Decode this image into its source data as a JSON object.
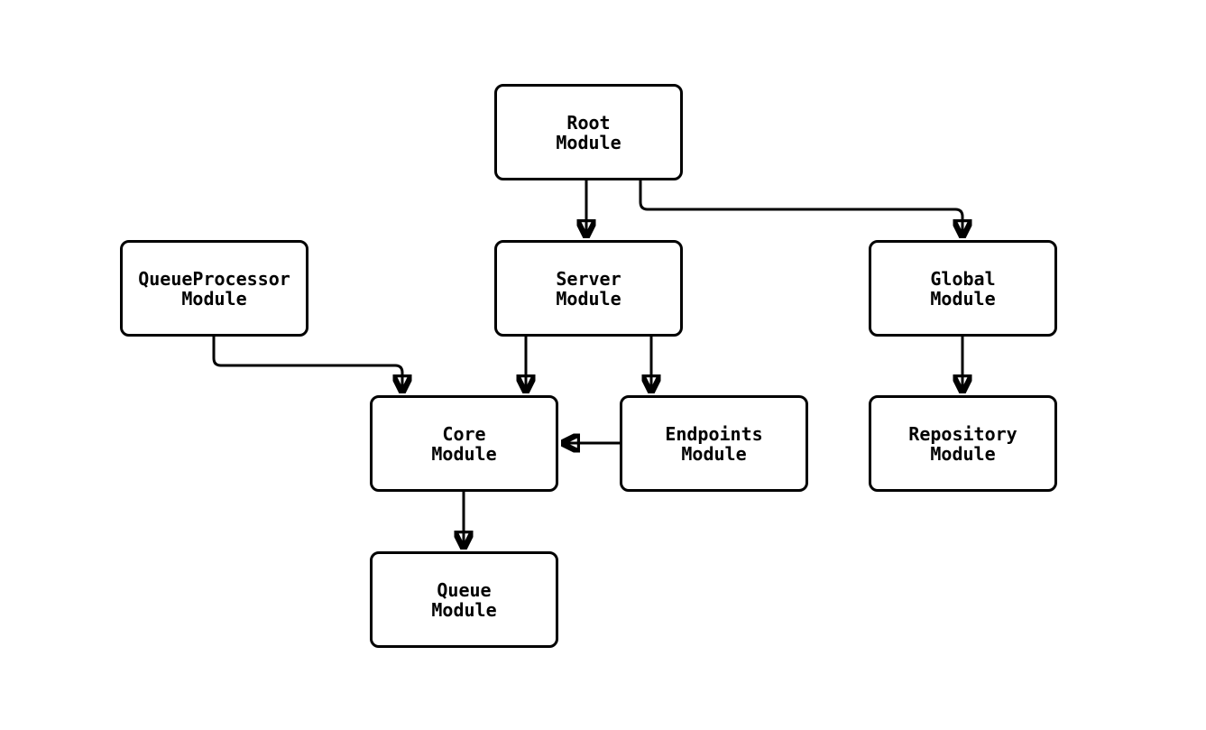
{
  "diagram_type": "flowchart",
  "colors": {
    "stroke": "#000000",
    "fill": "#ffffff",
    "text": "#000000",
    "background": "#ffffff"
  },
  "nodes": [
    {
      "id": "root",
      "line1": "Root",
      "line2": "Module"
    },
    {
      "id": "queueprocessor",
      "line1": "QueueProcessor",
      "line2": "Module"
    },
    {
      "id": "server",
      "line1": "Server",
      "line2": "Module"
    },
    {
      "id": "global",
      "line1": "Global",
      "line2": "Module"
    },
    {
      "id": "core",
      "line1": "Core",
      "line2": "Module"
    },
    {
      "id": "endpoints",
      "line1": "Endpoints",
      "line2": "Module"
    },
    {
      "id": "repository",
      "line1": "Repository",
      "line2": "Module"
    },
    {
      "id": "queue",
      "line1": "Queue",
      "line2": "Module"
    }
  ],
  "edges": [
    {
      "from": "Root Module",
      "to": "Server Module",
      "arrow": "filled-triangle"
    },
    {
      "from": "Root Module",
      "to": "Global Module",
      "arrow": "filled-triangle"
    },
    {
      "from": "QueueProcessor Module",
      "to": "Core Module",
      "arrow": "filled-triangle"
    },
    {
      "from": "Server Module",
      "to": "Core Module",
      "arrow": "filled-triangle"
    },
    {
      "from": "Server Module",
      "to": "Endpoints Module",
      "arrow": "filled-triangle"
    },
    {
      "from": "Endpoints Module",
      "to": "Core Module",
      "arrow": "filled-triangle"
    },
    {
      "from": "Global Module",
      "to": "Repository Module",
      "arrow": "filled-triangle"
    },
    {
      "from": "Core Module",
      "to": "Queue Module",
      "arrow": "filled-triangle"
    }
  ]
}
